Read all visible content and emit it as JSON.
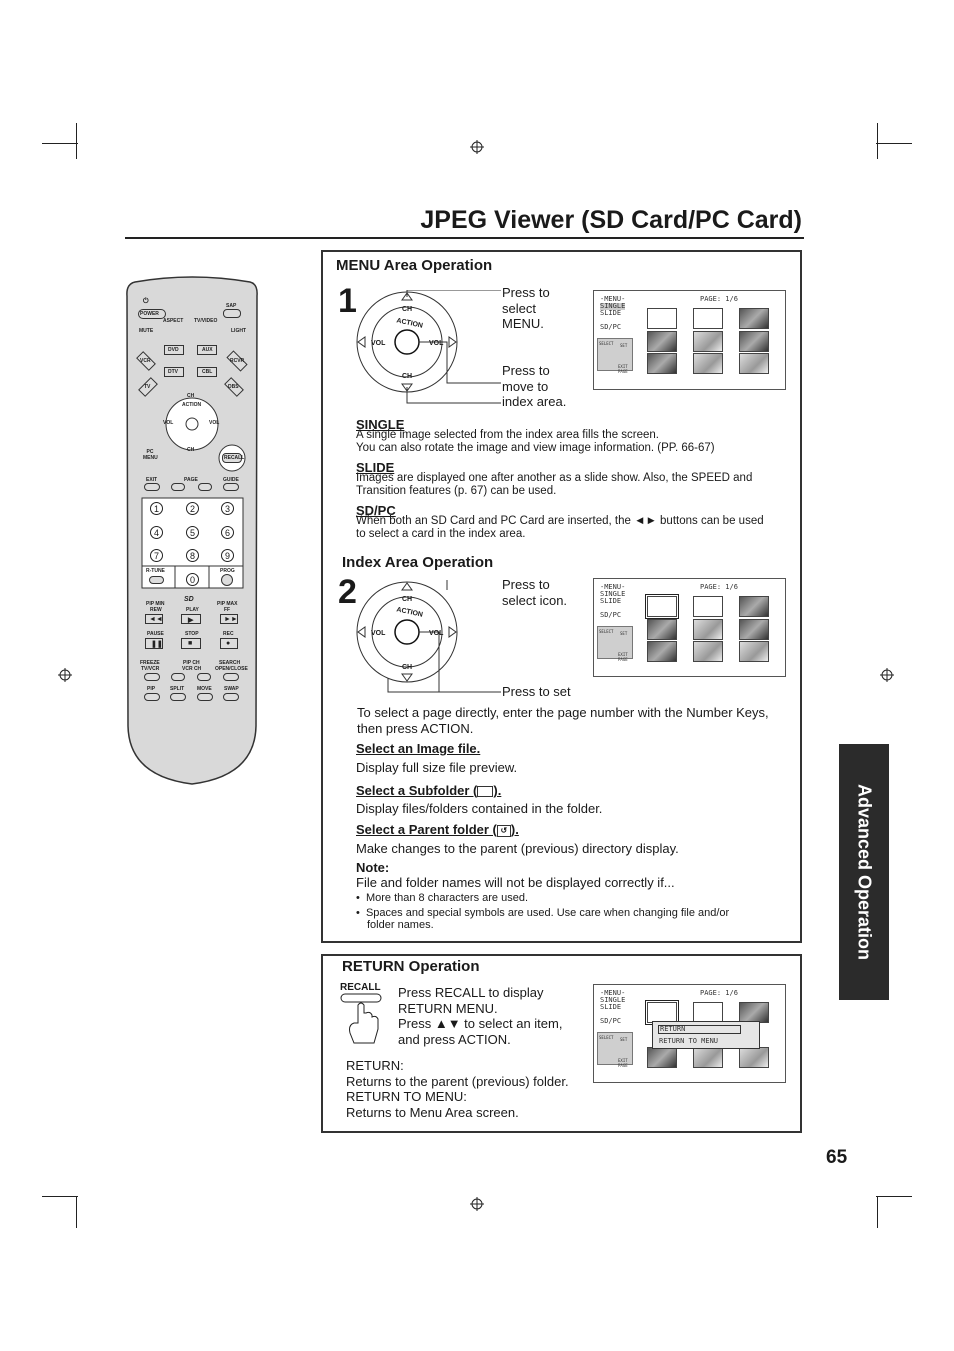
{
  "header": {
    "title": "JPEG Viewer (SD Card/PC Card)"
  },
  "side_tab": {
    "label": "Advanced Operation"
  },
  "page_number": "65",
  "remote": {
    "power": "POWER",
    "sap": "SAP",
    "aspect": "ASPECT",
    "tv_video": "TV/VIDEO",
    "mute": "MUTE",
    "light": "LIGHT",
    "vcr": "VCR",
    "dvd": "DVD",
    "aux": "AUX",
    "rcvr": "RCVR",
    "tv": "TV",
    "dtv": "DTV",
    "cbl": "CBL",
    "dbs": "DBS",
    "ch": "CH",
    "action": "ACTION",
    "vol": "VOL",
    "pc_menu": "PC MENU",
    "recall": "RECALL",
    "exit": "EXIT",
    "page": "PAGE",
    "guide": "GUIDE",
    "keys": [
      "1",
      "2",
      "3",
      "4",
      "5",
      "6",
      "7",
      "8",
      "9",
      "0"
    ],
    "r_tune": "R-TUNE",
    "prog": "PROG",
    "sd": "SD",
    "pip_min": "PIP MIN",
    "rew": "REW",
    "play": "PLAY",
    "pip_max": "PIP MAX",
    "ff": "FF",
    "pause": "PAUSE",
    "stop": "STOP",
    "rec": "REC",
    "freeze": "FREEZE",
    "tv_vcr": "TV/VCR",
    "pip_ch": "PIP CH",
    "vcr_ch": "VCR CH",
    "search": "SEARCH",
    "open_close": "OPEN/CLOSE",
    "pip": "PIP",
    "split": "SPLIT",
    "move": "MOVE",
    "swap": "SWAP"
  },
  "dial": {
    "ch": "CH",
    "action": "ACTION",
    "vol": "VOL"
  },
  "screen": {
    "menu": "-MENU-",
    "single": "SINGLE",
    "slide": "SLIDE",
    "sdpc": "SD/PC",
    "page": "PAGE:  1/6",
    "select": "SELECT",
    "set": "SET",
    "exit": "EXIT",
    "page_small": "PAGE",
    "return": "RETURN",
    "return_to_menu": "RETURN TO MENU"
  },
  "menu_area": {
    "heading": "MENU Area Operation",
    "step": "1",
    "press_select": [
      "Press to",
      "select",
      "MENU."
    ],
    "press_move": [
      "Press to",
      "move to",
      "index area."
    ],
    "single_title": "SINGLE",
    "single_text": [
      "A single image selected from the index area fills the screen.",
      "You can also rotate the image and view image information. (PP. 66-67)"
    ],
    "slide_title": "SLIDE",
    "slide_text": [
      "Images are displayed one after another as a slide show. Also, the SPEED and",
      "Transition features (p. 67) can be used."
    ],
    "sdpc_title": "SD/PC",
    "sdpc_text": [
      "When both an SD Card and PC Card are inserted, the ◄► buttons can be used",
      "to select a card in the index area."
    ]
  },
  "index_area": {
    "heading": "Index Area Operation",
    "step": "2",
    "press_icon": [
      "Press to",
      "select icon."
    ],
    "press_set": "Press to set",
    "intro": [
      "To select a page directly, enter the page number with the Number Keys,",
      "then press ACTION."
    ],
    "select_image_title": "Select an Image file.",
    "select_image_text": "Display full size file preview.",
    "select_sub_title": "Select a Subfolder (",
    "select_sub_close": ").",
    "select_sub_text": "Display files/folders contained in the folder.",
    "select_parent_title": "Select a Parent folder (",
    "select_parent_close": ").",
    "select_parent_text": "Make changes to the parent (previous) directory display.",
    "note_title": "Note:",
    "note_text": "File and folder names will not be displayed correctly if...",
    "bullets": [
      "More than 8 characters are used.",
      "Spaces and special symbols are used. Use care when changing file and/or",
      "folder names."
    ]
  },
  "return_op": {
    "heading": "RETURN Operation",
    "recall_label": "RECALL",
    "instr": [
      "Press RECALL to display",
      "RETURN MENU.",
      "Press ▲▼ to select an item,",
      "and press ACTION."
    ],
    "desc": [
      "RETURN:",
      "Returns to the parent (previous) folder.",
      "RETURN TO MENU:",
      "Returns to Menu Area screen."
    ]
  }
}
